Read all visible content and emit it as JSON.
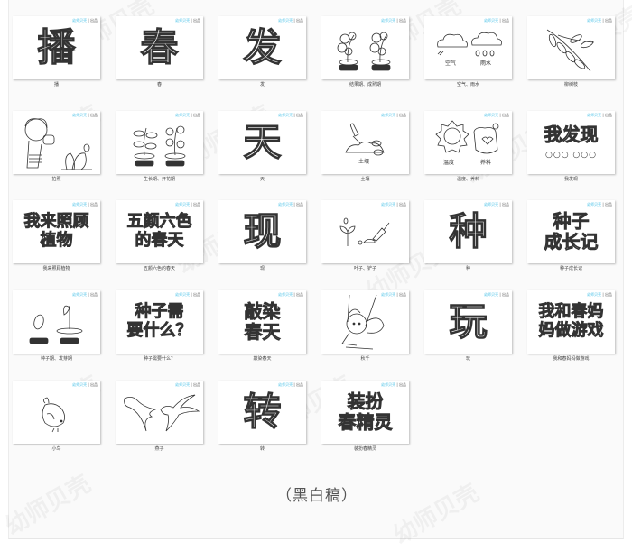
{
  "logo": {
    "brand": "幼师贝壳",
    "sub": "出品"
  },
  "watermark_text": "幼师贝壳",
  "footer": {
    "label": "（黑白稿）"
  },
  "rows": [
    [
      {
        "type": "char",
        "glyph": "播",
        "caption": "播"
      },
      {
        "type": "char",
        "glyph": "春",
        "caption": "春"
      },
      {
        "type": "char",
        "glyph": "发",
        "caption": "发"
      },
      {
        "type": "illustration",
        "icon": "fruit-plant-icon",
        "labels": [
          "结果期",
          "成熟期"
        ],
        "caption": "结果期、成熟期"
      },
      {
        "type": "illustration",
        "icon": "cloud-rain-icon",
        "labels": [
          "空气",
          "雨水"
        ],
        "caption": "空气、雨水"
      },
      {
        "type": "illustration",
        "icon": "willow-branch-icon",
        "labels": [],
        "caption": "柳树枝"
      }
    ],
    [
      {
        "type": "illustration",
        "icon": "child-watering-icon",
        "labels": [],
        "caption": "拍照"
      },
      {
        "type": "illustration",
        "icon": "growing-plant-icon",
        "labels": [
          "生长期",
          "开花期"
        ],
        "caption": "生长期、开花期"
      },
      {
        "type": "char",
        "glyph": "天",
        "caption": "天"
      },
      {
        "type": "illustration",
        "icon": "soil-shovel-icon",
        "labels": [
          "土壤"
        ],
        "caption": "土壤"
      },
      {
        "type": "illustration",
        "icon": "sun-fertilizer-icon",
        "labels": [
          "温度",
          "养料"
        ],
        "caption": "温度、养料"
      },
      {
        "type": "phrase",
        "lines": [
          "我发现"
        ],
        "extra": "○○○  ○○○",
        "caption": "我发现"
      }
    ],
    [
      {
        "type": "phrase",
        "lines": [
          "我来照顾",
          "植物"
        ],
        "caption": "我来照顾植物"
      },
      {
        "type": "phrase",
        "lines": [
          "五颜六色",
          "的春天"
        ],
        "caption": "五颜六色的春天"
      },
      {
        "type": "char",
        "glyph": "现",
        "caption": "现"
      },
      {
        "type": "illustration",
        "icon": "leaf-trowel-icon",
        "labels": [],
        "caption": "叶子、铲子"
      },
      {
        "type": "char",
        "glyph": "种",
        "caption": "种"
      },
      {
        "type": "phrase",
        "lines": [
          "种子",
          "成长记"
        ],
        "caption": "种子成长记"
      }
    ],
    [
      {
        "type": "illustration",
        "icon": "seed-sprout-icon",
        "labels": [
          "种子期",
          "发芽期"
        ],
        "caption": "种子期、发芽期"
      },
      {
        "type": "phrase",
        "lines": [
          "种子需",
          "要什么？"
        ],
        "caption": "种子需要什么？"
      },
      {
        "type": "phrase",
        "lines": [
          "敲染",
          "春天"
        ],
        "caption": "敲染春天"
      },
      {
        "type": "illustration",
        "icon": "swing-girl-icon",
        "labels": [],
        "caption": "秋千"
      },
      {
        "type": "char",
        "glyph": "玩",
        "caption": "玩"
      },
      {
        "type": "phrase",
        "lines": [
          "我和春妈",
          "妈做游戏"
        ],
        "caption": "我和春妈妈做游戏"
      }
    ],
    [
      {
        "type": "illustration",
        "icon": "bird-icon",
        "labels": [],
        "caption": "小鸟"
      },
      {
        "type": "illustration",
        "icon": "swallows-icon",
        "labels": [],
        "caption": "燕子"
      },
      {
        "type": "char",
        "glyph": "转",
        "caption": "转"
      },
      {
        "type": "phrase",
        "lines": [
          "装扮",
          "春精灵"
        ],
        "caption": "装扮春精灵"
      }
    ]
  ]
}
